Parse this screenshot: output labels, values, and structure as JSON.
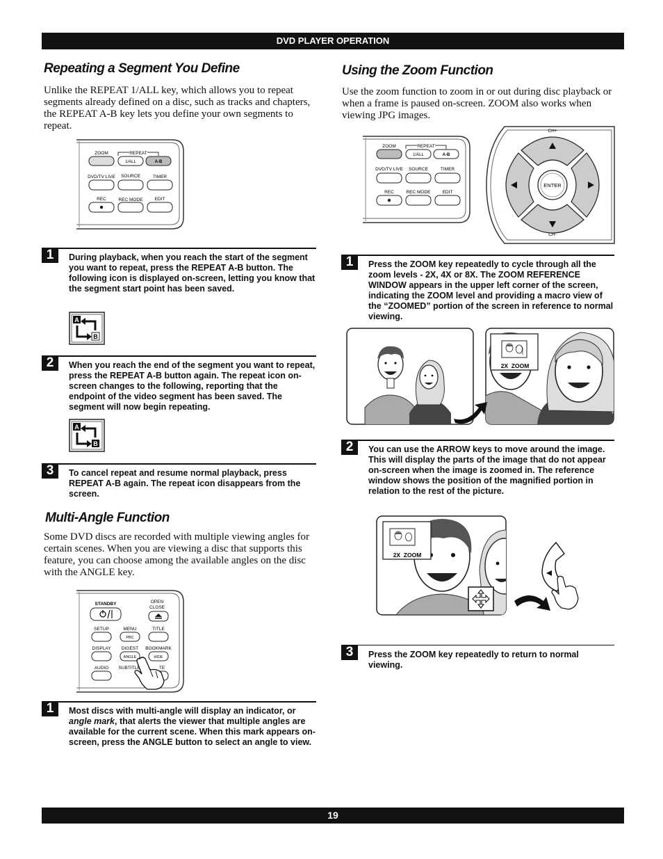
{
  "header": {
    "title": "DVD PLAYER OPERATION"
  },
  "footer": {
    "page_number": "19"
  },
  "left": {
    "repeat": {
      "heading": "Repeating a Segment You Define",
      "intro": "Unlike the REPEAT 1/ALL key, which allows you to repeat segments already defined on a disc, such as tracks and chapters, the REPEAT A-B key lets you define your own segments to repeat.",
      "remote": {
        "zoom": "ZOOM",
        "repeat": "REPEAT",
        "one_all": "1/ALL",
        "ab": "A-B",
        "dvd_tv_live": "DVD/TV LIVE",
        "source": "SOURCE",
        "timer": "TIMER",
        "rec": "REC",
        "rec_mode": "REC MODE",
        "edit": "EDIT"
      },
      "steps": [
        {
          "num": "1",
          "text": "During playback, when you reach the start of the segment you want to repeat, press the REPEAT A-B button. The following icon is displayed on-screen, letting you know that the segment start point has been saved."
        },
        {
          "num": "2",
          "text": "When you reach the end of the segment you want to repeat, press the REPEAT A-B button again. The repeat icon on-screen changes to the following, reporting that the endpoint of the video segment has been saved. The segment will now begin repeating."
        },
        {
          "num": "3",
          "text": "To cancel repeat and resume normal playback, press REPEAT A-B again. The repeat icon disappears from the screen."
        }
      ],
      "icon": {
        "a": "A",
        "b": "B"
      }
    },
    "angle": {
      "heading": "Multi-Angle Function",
      "intro": "Some DVD discs are recorded with multiple viewing angles for certain scenes. When you are viewing a disc that supports this feature, you can choose among the available angles on the disc with the ANGLE key.",
      "remote": {
        "standby": "STANDBY",
        "open": "OPEN",
        "close": "CLOSE",
        "setup": "SETUP",
        "menu": "MENU",
        "pbc": "PBC",
        "title": "TITLE",
        "display": "DISPLAY",
        "digest": "DIGEST",
        "bookmark": "BOOKMARK",
        "angle": "ANGLE",
        "hide": "HIDE",
        "audio": "AUDIO",
        "subtitle": "SUBTITLE",
        "te": "TE"
      },
      "step": {
        "num": "1",
        "text_a": "Most discs with multi-angle will display an indicator, or ",
        "text_em": "angle mark",
        "text_b": ", that alerts the viewer that multiple angles are available for the current scene. When this mark appears on-screen, press the ANGLE button to select an angle to view."
      }
    }
  },
  "right": {
    "zoom": {
      "heading": "Using the Zoom Function",
      "intro": "Use the zoom function to zoom in or out during disc playback or when a frame is paused on-screen. ZOOM also works when viewing JPG images.",
      "dpad": {
        "ch_up": "CH+",
        "ch_down": "CH-",
        "enter": "ENTER"
      },
      "zoom_label": "2X  ZOOM",
      "steps": [
        {
          "num": "1",
          "text": "Press the ZOOM key repeatedly to cycle through all the zoom levels - 2X, 4X or 8X. The ZOOM REFERENCE WINDOW appears in the upper left corner of the screen, indicating the ZOOM level and providing a macro view of the “ZOOMED” portion of the screen in reference to normal viewing."
        },
        {
          "num": "2",
          "text": "You can use the ARROW keys to move around the image. This will display the parts of the image that do not appear on-screen when the image is zoomed in. The reference window shows the position of the magnified portion in relation to the rest of the picture."
        },
        {
          "num": "3",
          "text": "Press the ZOOM key repeatedly to return to normal viewing."
        }
      ]
    }
  }
}
